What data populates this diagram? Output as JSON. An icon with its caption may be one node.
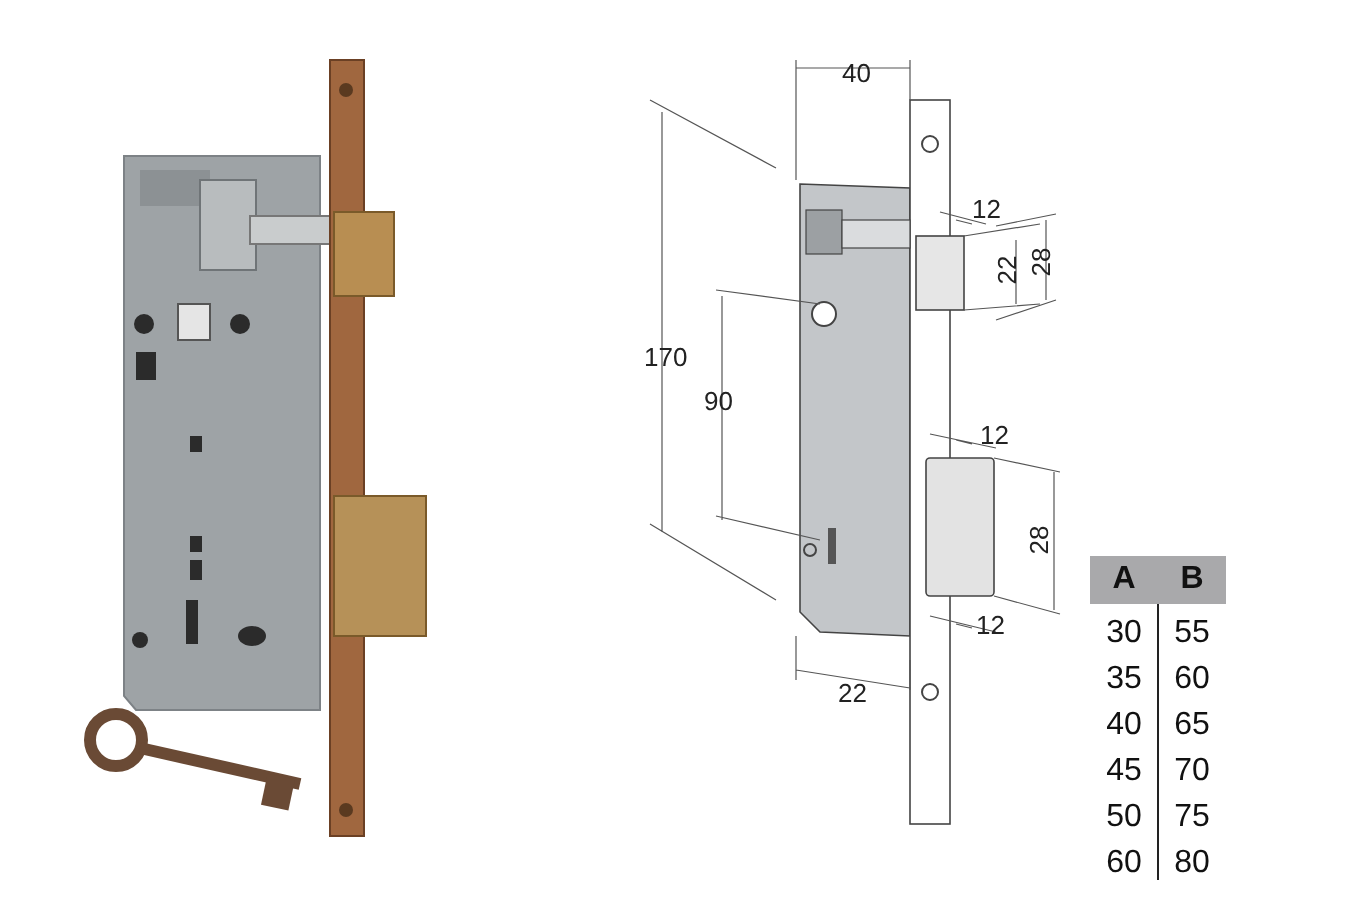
{
  "diagram": {
    "labels": [
      "40",
      "170",
      "12",
      "22",
      "28",
      "90",
      "12",
      "28",
      "12",
      "22",
      "A",
      "B",
      "30",
      "55",
      "35",
      "60",
      "40",
      "65",
      "45",
      "70",
      "50",
      "75",
      "60",
      "80"
    ]
  }
}
